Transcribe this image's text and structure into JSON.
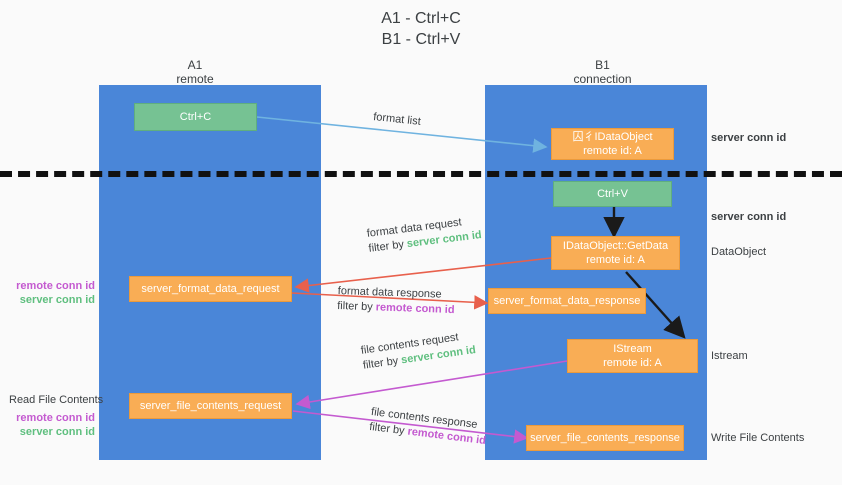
{
  "title": {
    "line1": "A1 - Ctrl+C",
    "line2": "B1 - Ctrl+V"
  },
  "lanes": [
    {
      "id": "a1",
      "name": "A1",
      "sub": "remote",
      "color": "#4a86d8"
    },
    {
      "id": "b1",
      "name": "B1",
      "sub": "connection",
      "color": "#4a86d8"
    }
  ],
  "nodes": {
    "ctrl_c": "Ctrl+C",
    "ctrl_v": "Ctrl+V",
    "idataobject": {
      "line1": "囚彳IDataObject",
      "line2": "remote id: A"
    },
    "getdata": {
      "line1": "IDataObject::GetData",
      "line2": "remote id: A"
    },
    "istream": {
      "line1": "IStream",
      "line2": "remote id: A"
    },
    "server_format_data_request": "server_format_data_request",
    "server_format_data_response": "server_format_data_response",
    "server_file_contents_request": "server_file_contents_request",
    "server_file_contents_response": "server_file_contents_response"
  },
  "annotations": {
    "format_list": "format list",
    "format_data_request": "format data request",
    "format_data_response": "format data response",
    "file_contents_request": "file contents request",
    "file_contents_response": "file contents response",
    "filter_by": "filter by",
    "server_conn_id": "server conn id",
    "remote_conn_id": "remote conn id"
  },
  "right_labels": {
    "server_conn_id_top": "server conn id",
    "server_conn_id_mid": "server conn id",
    "dataobject": "DataObject",
    "istream": "Istream",
    "write_file_contents": "Write File Contents"
  },
  "left_labels": {
    "read_file_contents": "Read File Contents",
    "remote_conn_id": "remote conn id",
    "server_conn_id": "server conn id"
  },
  "colors": {
    "lane": "#4a86d8",
    "green_node": "#76c293",
    "orange_node": "#f9ad55",
    "green_text": "#5fbf7f",
    "magenta_text": "#c45ad0",
    "arrow_blue": "#6fb3e0",
    "arrow_red": "#e8604c",
    "arrow_magenta": "#c45ad0",
    "arrow_black": "#1a1a1a",
    "divider": "#111111"
  }
}
